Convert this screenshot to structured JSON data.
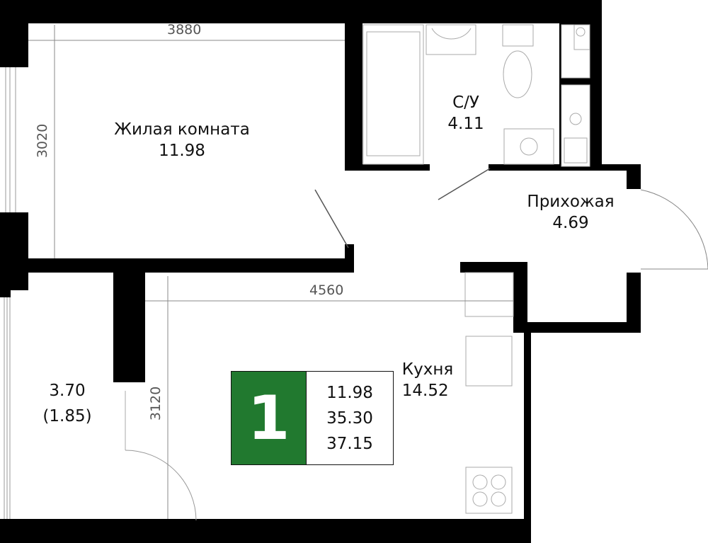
{
  "rooms": {
    "living": {
      "name": "Жилая комната",
      "area": "11.98"
    },
    "bathroom": {
      "name": "С/У",
      "area": "4.11"
    },
    "hallway": {
      "name": "Прихожая",
      "area": "4.69"
    },
    "kitchen": {
      "name": "Кухня",
      "area": "14.52"
    },
    "balcony": {
      "area": "3.70",
      "reduced_area": "(1.85)"
    }
  },
  "dimensions": {
    "living_width": "3880",
    "living_depth": "3020",
    "kitchen_width": "4560",
    "kitchen_depth": "3120"
  },
  "summary": {
    "rooms_count": "1",
    "living_area": "11.98",
    "total_area": "35.30",
    "total_with_balcony": "37.15",
    "badge_color": "#21792f"
  }
}
